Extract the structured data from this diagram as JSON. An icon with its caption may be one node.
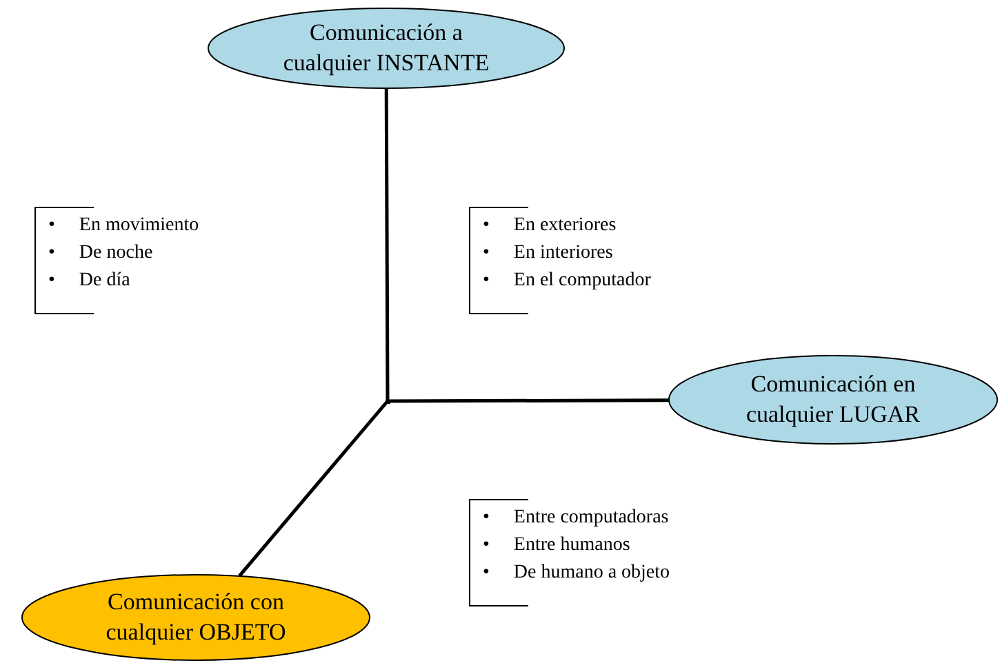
{
  "diagram": {
    "nodes": [
      {
        "text": [
          "Comunicación a cualquier INSTANTE"
        ]
      },
      {
        "text": [
          "Comunicación en cualquier LUGAR"
        ]
      },
      {
        "text": [
          "Comunicación con cualquier OBJETO"
        ]
      },
      {
        "text": [
          "•     En movimiento",
          "•     De noche",
          "•     De día"
        ]
      },
      {
        "text": [
          "•     En exteriores",
          "•     En interiores",
          "•     En el computador"
        ]
      },
      {
        "text": [
          "•     Entre computadoras",
          "•     Entre humanos",
          "•     De humano a objeto"
        ]
      },
      {
        "text": [],
        "shape": "point"
      }
    ],
    "edges": [
      {
        "from": 0,
        "to": 6,
        "arrow": "none"
      },
      {
        "from": 6,
        "to": 1,
        "arrow": "none"
      },
      {
        "from": 6,
        "to": 2,
        "arrow": "none"
      }
    ]
  }
}
